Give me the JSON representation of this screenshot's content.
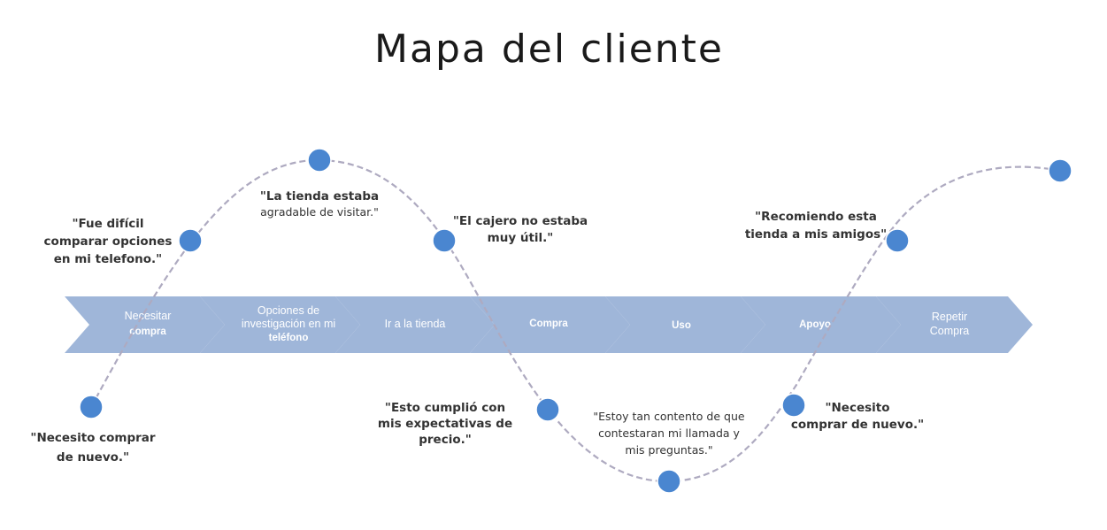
{
  "title": "Mapa del cliente",
  "colors": {
    "stage_fill": "#9fb6d9",
    "dot": "#4a86d0",
    "curve": "#aeaac0",
    "text": "#333333"
  },
  "stages": [
    {
      "line1": "Necesitar",
      "line2": "compra"
    },
    {
      "line1": "Opciones de",
      "line2": "investigación en mi",
      "line3": "teléfono"
    },
    {
      "line1": "Ir a la tienda"
    },
    {
      "line1": "Compra"
    },
    {
      "line1": "Uso"
    },
    {
      "line1": "Apoyo"
    },
    {
      "line1": "Repetir",
      "line2": "Compra"
    }
  ],
  "quotes": [
    {
      "lines": [
        "\"Necesito comprar",
        "de nuevo.\""
      ]
    },
    {
      "lines": [
        "\"Fue difícil",
        "comparar opciones",
        "en mi telefono.\""
      ]
    },
    {
      "lines": [
        "\"La tienda estaba",
        "agradable de visitar.\""
      ]
    },
    {
      "lines": [
        "\"El cajero no estaba",
        "muy útil.\""
      ]
    },
    {
      "lines": [
        "\"Esto cumplió con",
        "mis expectativas de",
        "precio.\""
      ]
    },
    {
      "lines": [
        "\"Estoy tan contento de que",
        "contestaran mi llamada y",
        "mis preguntas.\""
      ]
    },
    {
      "lines": [
        "\"Necesito",
        "comprar de nuevo.\""
      ]
    },
    {
      "lines": [
        "\"Recomiendo esta",
        "tienda a mis amigos\""
      ]
    }
  ]
}
